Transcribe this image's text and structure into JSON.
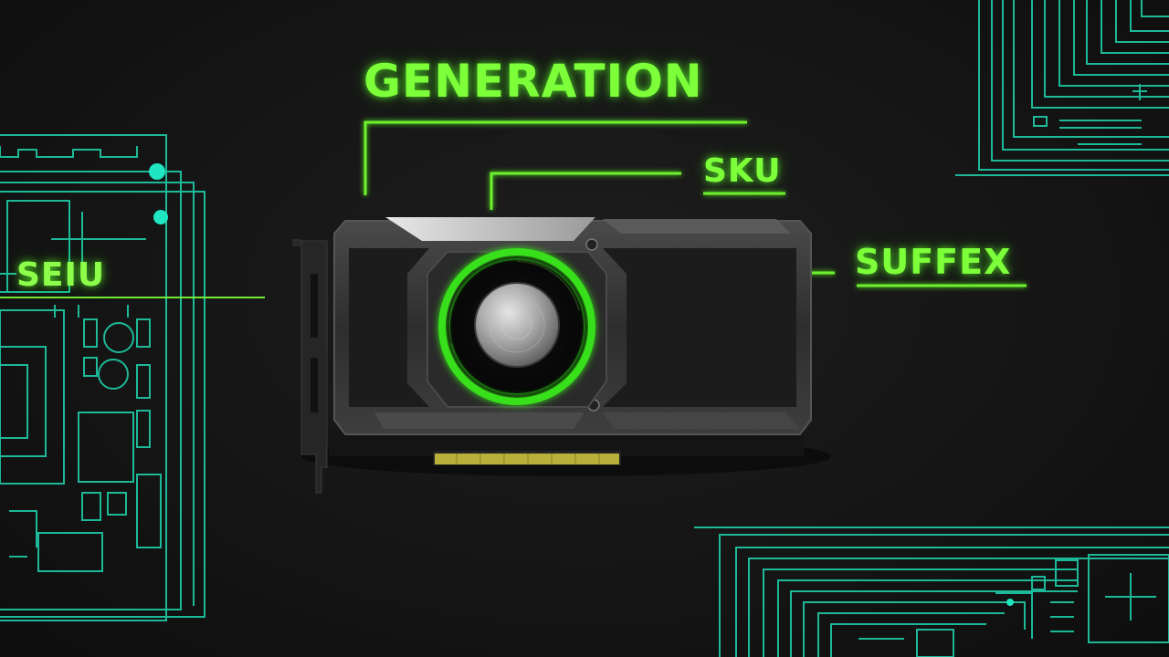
{
  "labels": {
    "generation": "GENERATION",
    "sku": "SKU",
    "suffix": "SUFFEX",
    "left_label": "SEIU"
  },
  "colors": {
    "background": "#141414",
    "neon_green": "#7dff3a",
    "circuit_cyan": "#1fd6b0",
    "gpu_shroud": "#3a3a3a",
    "gpu_body": "#1f1f1f",
    "pcie_gold": "#b8b03a"
  },
  "icons": {
    "gpu": "graphics-card-illustration",
    "fan": "fan-icon",
    "circuit": "circuit-board-decoration"
  }
}
